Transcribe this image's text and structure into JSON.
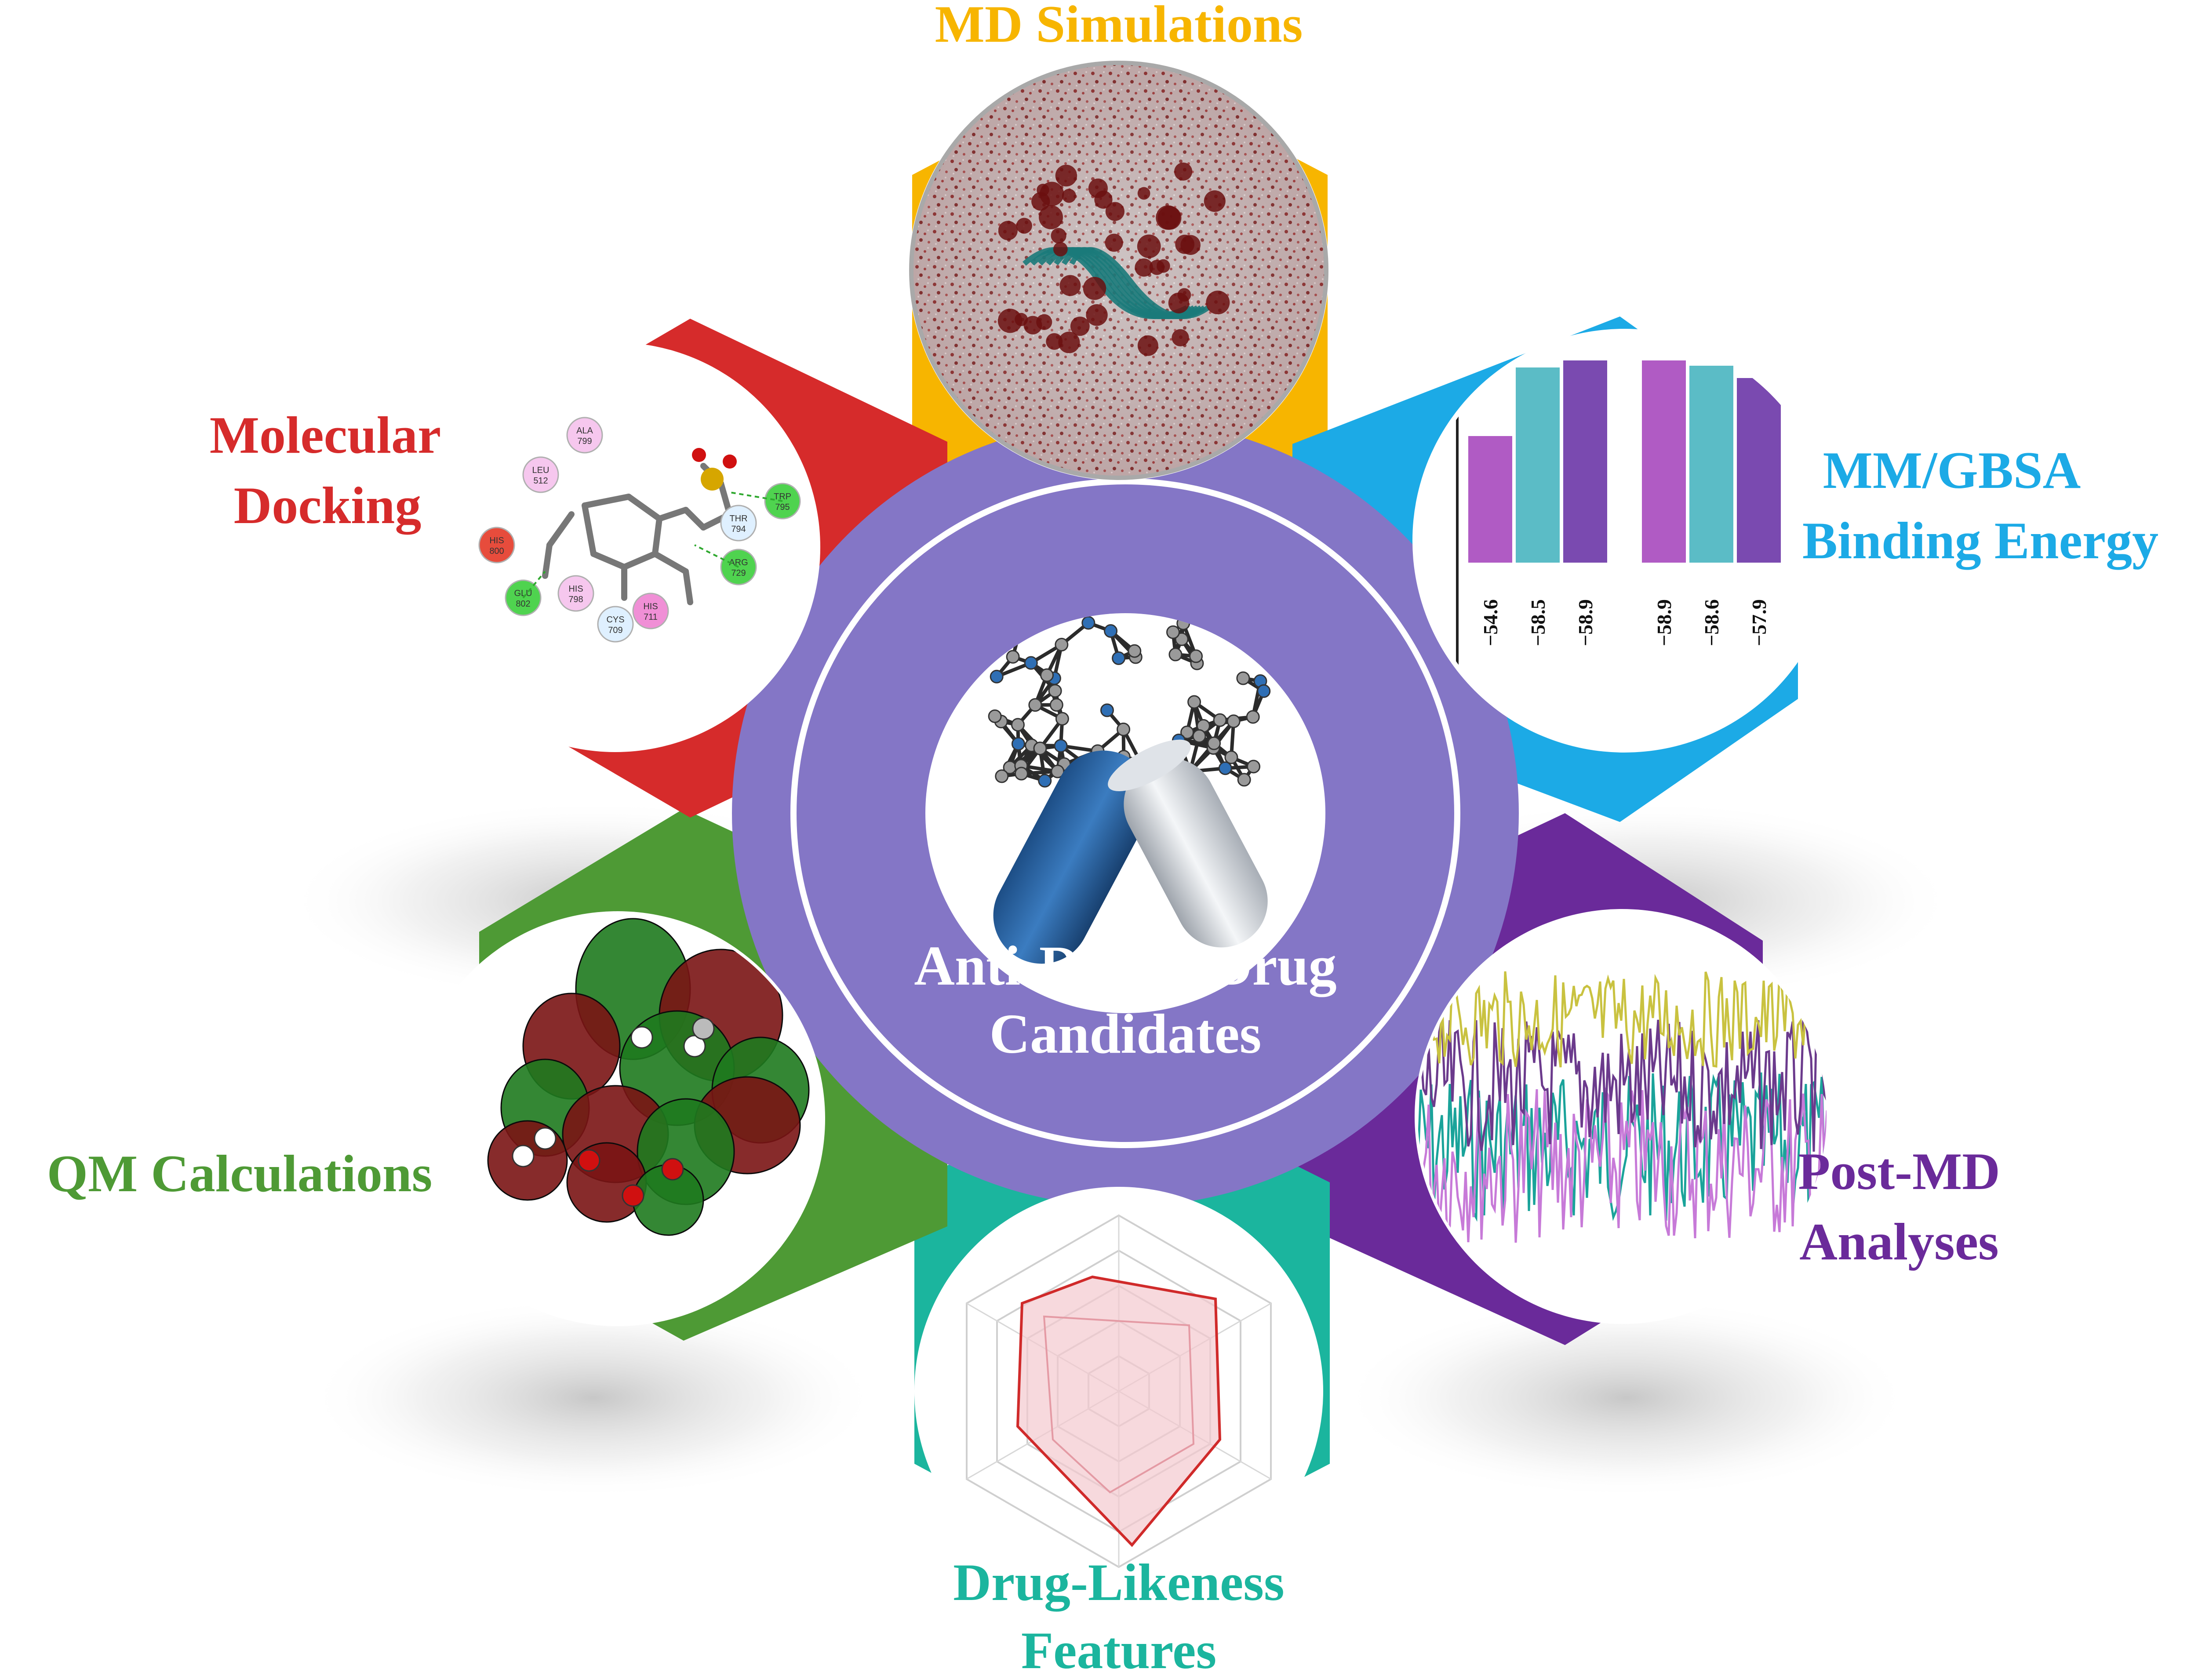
{
  "center": {
    "line1": "Anti-DENV Drug",
    "line2": "Candidates"
  },
  "labels": {
    "md": "MD Simulations",
    "mmgbsa_1": "MM/GBSA",
    "mmgbsa_2": "Binding Energy",
    "post_1": "Post-MD",
    "post_2": "Analyses",
    "drug_1": "Drug-Likeness",
    "drug_2": "Features",
    "qm": "QM Calculations",
    "dock_1": "Molecular",
    "dock_2": "Docking"
  },
  "colors": {
    "md": "#F7B500",
    "mmgbsa": "#1CAAE6",
    "post": "#6A2A9A",
    "drug": "#1BB59E",
    "qm": "#4E9A35",
    "dock": "#D62B2B",
    "center_ring": "#8476C6"
  },
  "bar_chart": {
    "values": [
      "−54.6",
      "−58.5",
      "−58.9",
      "−58.9",
      "−58.6",
      "−57.9"
    ],
    "series_colors": [
      "#B05BC4",
      "#5BBCC6",
      "#7A4AB0"
    ]
  },
  "docking_residues": [
    {
      "name": "ALA",
      "num": "799"
    },
    {
      "name": "LEU",
      "num": "512"
    },
    {
      "name": "TRP",
      "num": "795"
    },
    {
      "name": "THR",
      "num": "794"
    },
    {
      "name": "ARG",
      "num": "729"
    },
    {
      "name": "HIS",
      "num": "798"
    },
    {
      "name": "HIS",
      "num": "711"
    },
    {
      "name": "GLU",
      "num": "802"
    },
    {
      "name": "CYS",
      "num": "709"
    },
    {
      "name": "HIS",
      "num": "800"
    }
  ]
}
